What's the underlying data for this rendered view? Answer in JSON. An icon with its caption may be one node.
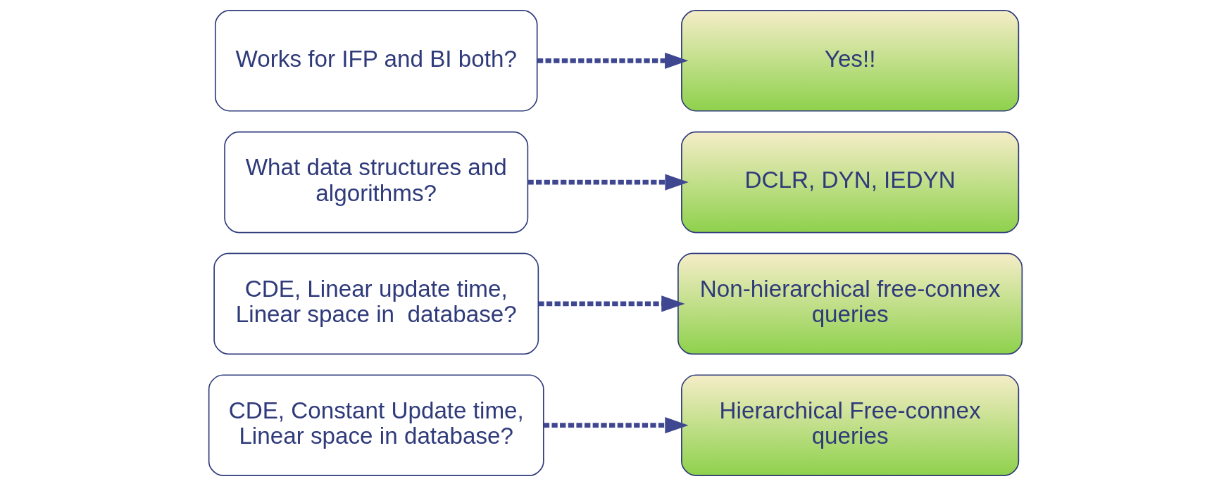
{
  "diagram": {
    "nodes": [
      {
        "text": [
          "CDE, Constant Update time, Linear space in database?"
        ]
      },
      {
        "text": [
          "Hierarchical Free-connex queries"
        ]
      },
      {
        "text": [
          "CDE, Linear update time, Linear space in  database?"
        ]
      },
      {
        "text": [
          "Non-hierarchical free-connex queries"
        ]
      },
      {
        "text": [
          "What data structures and algorithms?"
        ]
      },
      {
        "text": [
          "DCLR, DYN, IEDYN"
        ]
      },
      {
        "text": [
          "Works for IFP and BI both?"
        ]
      },
      {
        "text": [
          "Yes!!"
        ]
      }
    ],
    "edges": [
      {
        "from": 0,
        "to": 1,
        "arrow": "to",
        "style": "dashed"
      },
      {
        "from": 2,
        "to": 3,
        "arrow": "to",
        "style": "dashed"
      },
      {
        "from": 4,
        "to": 5,
        "arrow": "to",
        "style": "dashed"
      },
      {
        "from": 6,
        "to": 7,
        "arrow": "to",
        "style": "dashed"
      }
    ]
  }
}
